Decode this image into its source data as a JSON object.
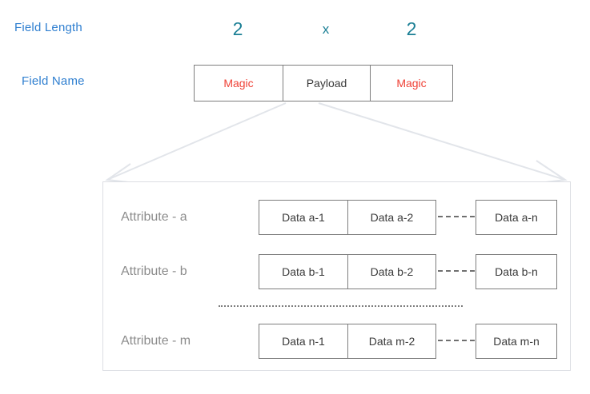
{
  "labels": {
    "field_length": "Field Length",
    "field_name": "Field Name"
  },
  "colors": {
    "label_blue": "#2f7fd0",
    "length_teal": "#1b7f95",
    "magic_red": "#ef4136",
    "text_dark": "#3b3b3b",
    "attribute_gray": "#8c8c8c",
    "box_border": "#7d7d7d",
    "panel_border": "#dcdee3",
    "connector": "#e2e5ea"
  },
  "header": {
    "lengths": [
      {
        "name": "magic-left-length",
        "value": "2"
      },
      {
        "name": "payload-multiplier",
        "value": "x"
      },
      {
        "name": "magic-right-length",
        "value": "2"
      }
    ],
    "fields": [
      {
        "name": "magic-left",
        "value": "Magic"
      },
      {
        "name": "payload",
        "value": "Payload"
      },
      {
        "name": "magic-right",
        "value": "Magic"
      }
    ]
  },
  "payload_panel": {
    "rows": [
      {
        "label": "Attribute - a",
        "first": "Data a-1",
        "second": "Data a-2",
        "last": "Data a-n"
      },
      {
        "label": "Attribute - b",
        "first": "Data b-1",
        "second": "Data b-2",
        "last": "Data b-n"
      },
      {
        "label": "Attribute - m",
        "first": "Data n-1",
        "second": "Data m-2",
        "last": "Data m-n"
      }
    ]
  }
}
